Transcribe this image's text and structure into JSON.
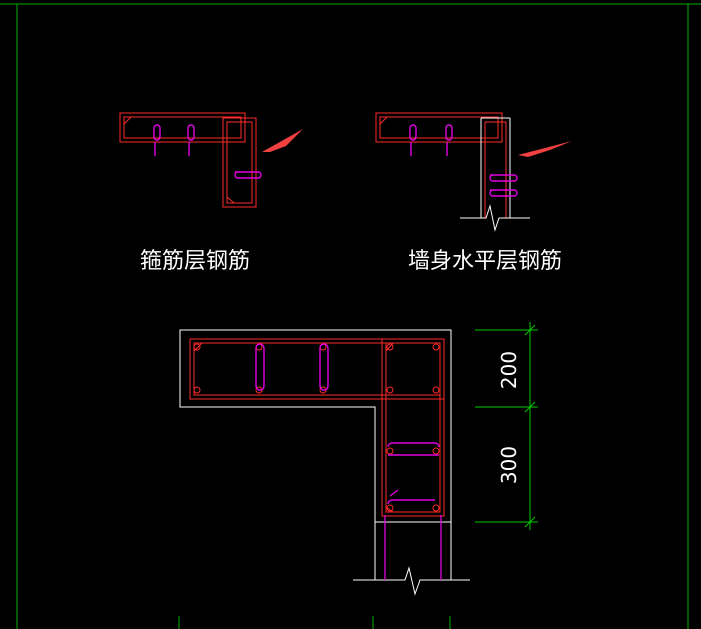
{
  "labels": {
    "left_detail": "箍筋层钢筋",
    "right_detail": "墙身水平层钢筋"
  },
  "dimensions": {
    "upper": "200",
    "lower": "300"
  },
  "colors": {
    "background": "#000000",
    "outline": "#ffffff",
    "stirrup": "#ff2a2a",
    "tie": "#e100e1",
    "dimension": "#00c800",
    "arrow": "#f04040"
  }
}
